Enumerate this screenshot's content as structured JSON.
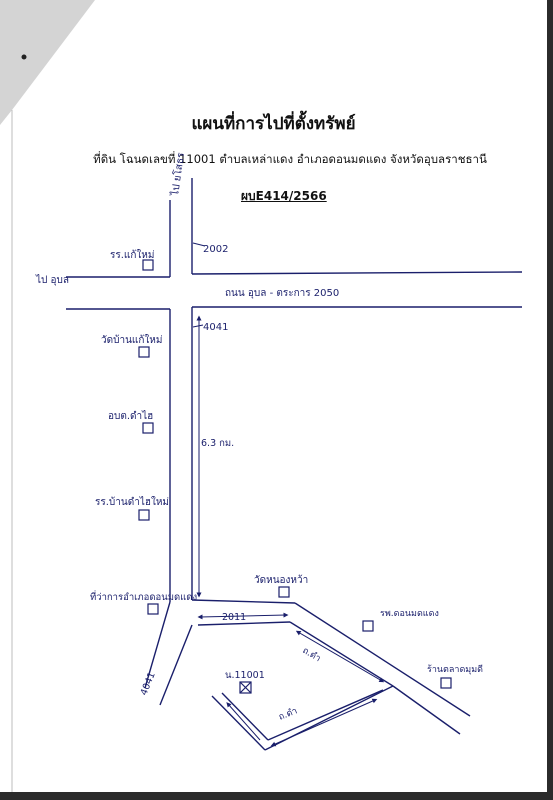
{
  "document": {
    "title": "แผนที่การไปที่ตั้งทรัพย์",
    "subtitle": "ที่ดิน โฉนดเลขที่ 11001 ตำบลเหล่าแดง  อำเภอดอนมดแดง จังหวัดอุบลราชธานี",
    "code": "ผบE414/2566"
  },
  "map": {
    "labels": {
      "to_north": "ไป ยโสธร",
      "to_west": "ไป อุบล",
      "route_2002": "2002",
      "route_2050": "ถนน อุบล - ตระการ 2050",
      "route_4041_top": "4041",
      "distance": "6.3 กม.",
      "route_2011": "2011",
      "route_4041_bottom": "4041",
      "school_1": "รร.แก้ใหม่",
      "temple_1": "วัดบ้านแก้ใหม่",
      "health_office": "อบต.ดำไฮ",
      "school_2": "รร.บ้านดำไฮใหม่",
      "municipality": "ที่ว่าการอำเภอดอนมดแดง",
      "temple_2": "วัดหนองหว้า",
      "hospital": "รพ.ดอนมดแดง",
      "road_a": "ถ.ดำ",
      "road_b": "ถ.ดำ",
      "property": "น.11001",
      "market": "ร้านตลาดมุมดี"
    }
  }
}
